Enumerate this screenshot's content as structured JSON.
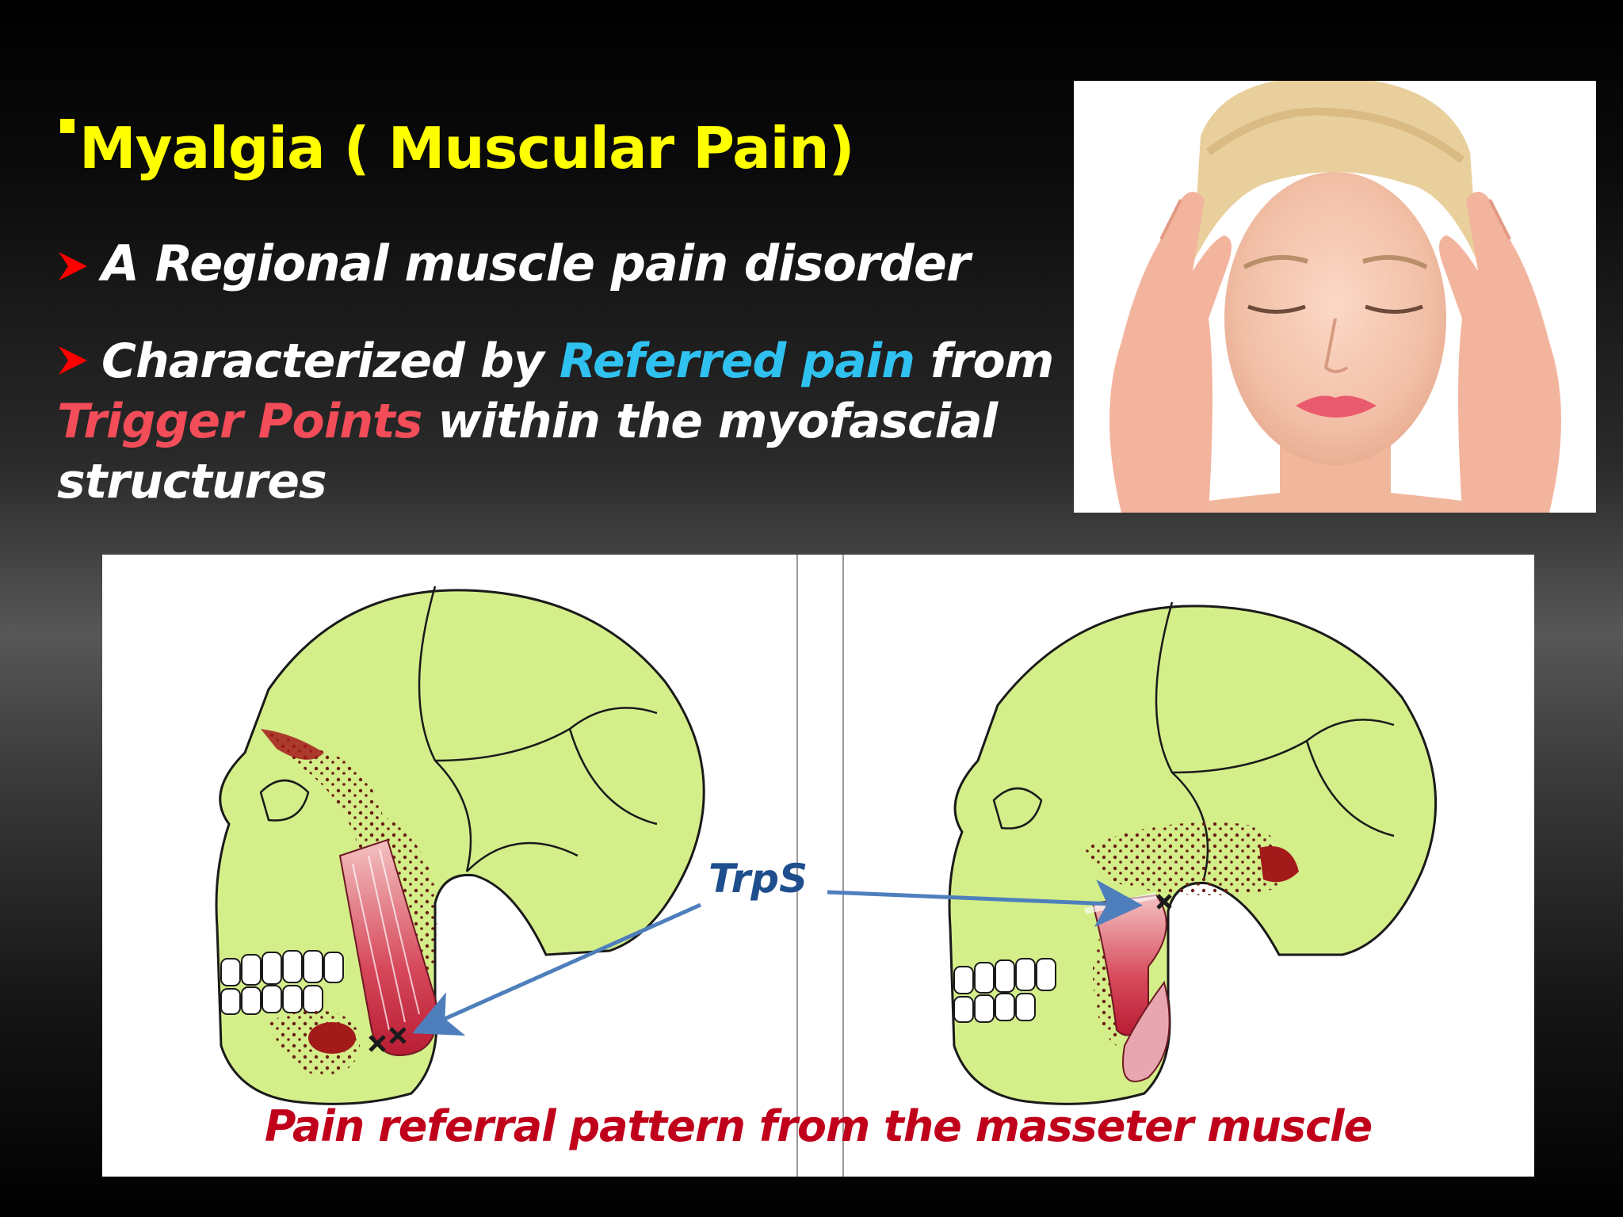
{
  "slide": {
    "title": "Myalgia ( Muscular Pain)",
    "point1": "A Regional muscle pain disorder",
    "point2": {
      "part1": "Characterized by",
      "highlight_blue": "Referred pain",
      "part2": "from",
      "highlight_red": "Trigger Points",
      "part3": "within the myofascial structures"
    }
  },
  "figure": {
    "label": "TrpS",
    "caption": "Pain referral pattern from the masseter muscle"
  },
  "colors": {
    "title": "#ffff00",
    "body_text": "#ffffff",
    "bullet_arrow": "#ff0000",
    "highlight_blue": "#2fc1ef",
    "highlight_red": "#f24d58",
    "skull_fill": "#d4ee8a",
    "label_blue": "#1f4e8c",
    "caption_red": "#c0001a"
  }
}
